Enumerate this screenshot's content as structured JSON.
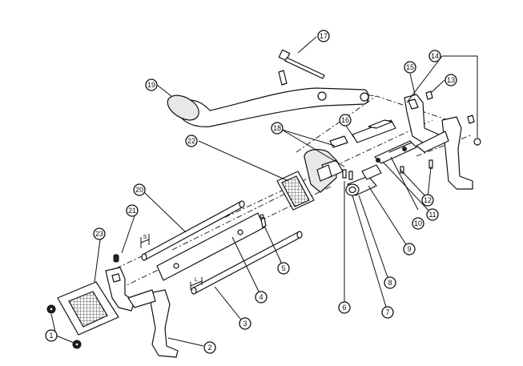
{
  "diagram": {
    "callouts": [
      {
        "id": "c1",
        "label": "1"
      },
      {
        "id": "c2",
        "label": "2"
      },
      {
        "id": "c3",
        "label": "3"
      },
      {
        "id": "c4",
        "label": "4"
      },
      {
        "id": "c5",
        "label": "5"
      },
      {
        "id": "c6",
        "label": "6"
      },
      {
        "id": "c7",
        "label": "7"
      },
      {
        "id": "c8",
        "label": "8"
      },
      {
        "id": "c9",
        "label": "9"
      },
      {
        "id": "c10",
        "label": "10"
      },
      {
        "id": "c11",
        "label": "11"
      },
      {
        "id": "c12",
        "label": "12"
      },
      {
        "id": "c13",
        "label": "13"
      },
      {
        "id": "c14",
        "label": "14"
      },
      {
        "id": "c15",
        "label": "15"
      },
      {
        "id": "c16",
        "label": "16"
      },
      {
        "id": "c17",
        "label": "17"
      },
      {
        "id": "c18",
        "label": "18"
      },
      {
        "id": "c19",
        "label": "19"
      },
      {
        "id": "c20",
        "label": "20"
      },
      {
        "id": "c21",
        "label": "21"
      },
      {
        "id": "c22",
        "label": "22"
      },
      {
        "id": "c23",
        "label": "23"
      }
    ],
    "dimension_labels": {
      "s": "S",
      "l": "L"
    }
  }
}
